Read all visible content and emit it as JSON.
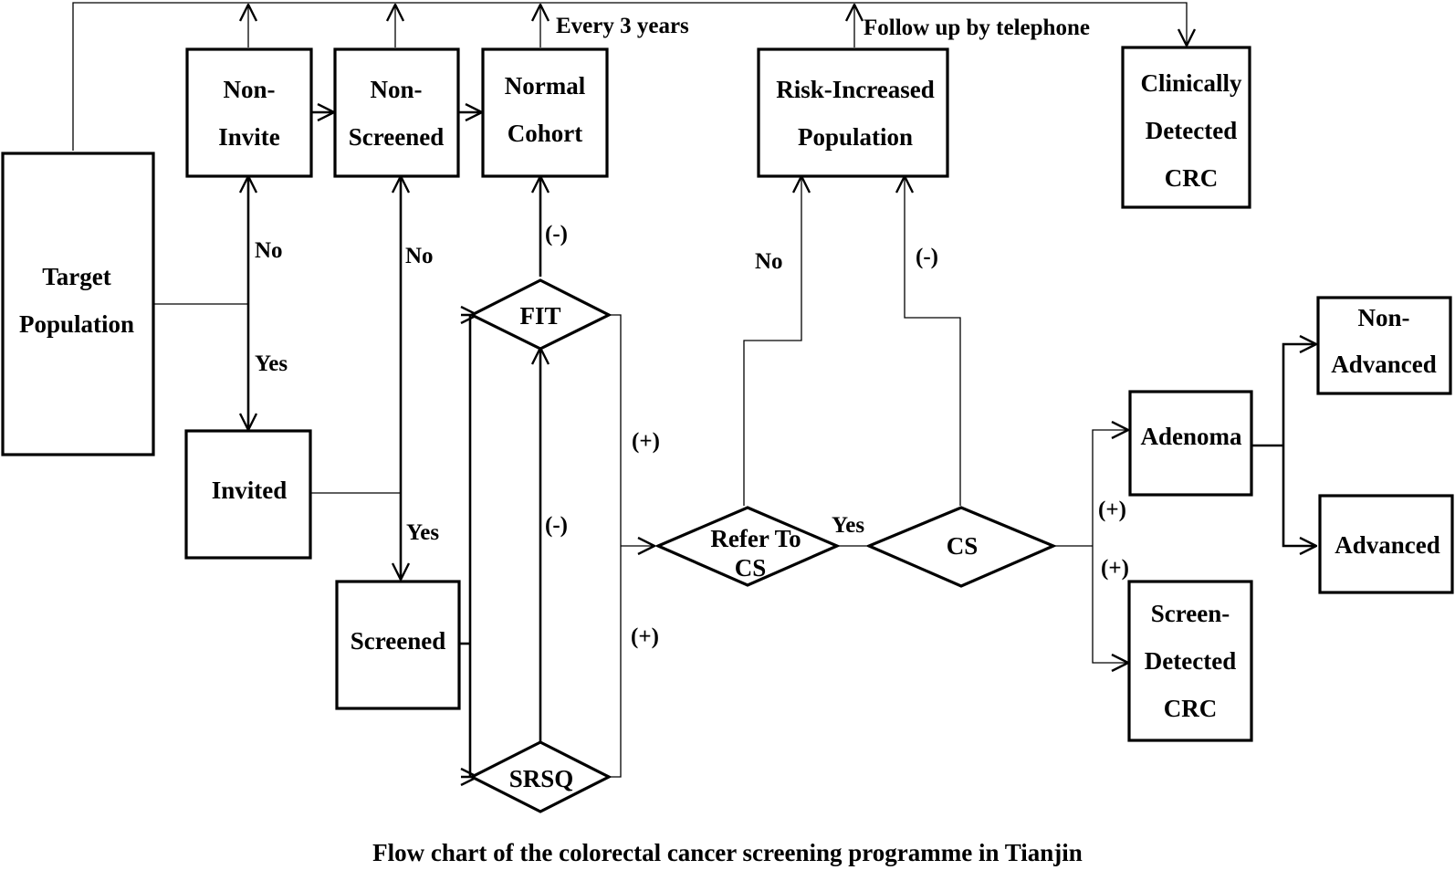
{
  "nodes": {
    "target_population": [
      "Target",
      "Population"
    ],
    "non_invite": [
      "Non-",
      "Invite"
    ],
    "invited": [
      "Invited"
    ],
    "non_screened": [
      "Non-",
      "Screened"
    ],
    "screened": [
      "Screened"
    ],
    "normal_cohort": [
      "Normal",
      "Cohort"
    ],
    "fit": [
      "FIT"
    ],
    "srsq": [
      "SRSQ"
    ],
    "refer_to_cs": [
      "Refer To",
      "CS"
    ],
    "risk_increased_population": [
      "Risk-Increased",
      "Population"
    ],
    "cs": [
      "CS"
    ],
    "clinically_detected_crc": [
      "Clinically",
      "Detected",
      "CRC"
    ],
    "adenoma": [
      "Adenoma"
    ],
    "non_advanced": [
      "Non-",
      "Advanced"
    ],
    "advanced": [
      "Advanced"
    ],
    "screen_detected_crc": [
      "Screen-",
      "Detected",
      "CRC"
    ]
  },
  "edge_labels": {
    "every_3_years": "Every 3 years",
    "follow_up_by_telephone": "Follow up by telephone",
    "invite_no": "No",
    "invite_yes": "Yes",
    "screen_no": "No",
    "screen_yes": "Yes",
    "fit_negative": "(-)",
    "srsq_negative": "(-)",
    "fit_positive": "(+)",
    "srsq_positive": "(+)",
    "refer_no": "No",
    "refer_yes": "Yes",
    "cs_negative": "(-)",
    "cs_positive_adenoma": "(+)",
    "cs_positive_crc": "(+)"
  },
  "caption": "Flow chart of the colorectal cancer screening programme in Tianjin"
}
